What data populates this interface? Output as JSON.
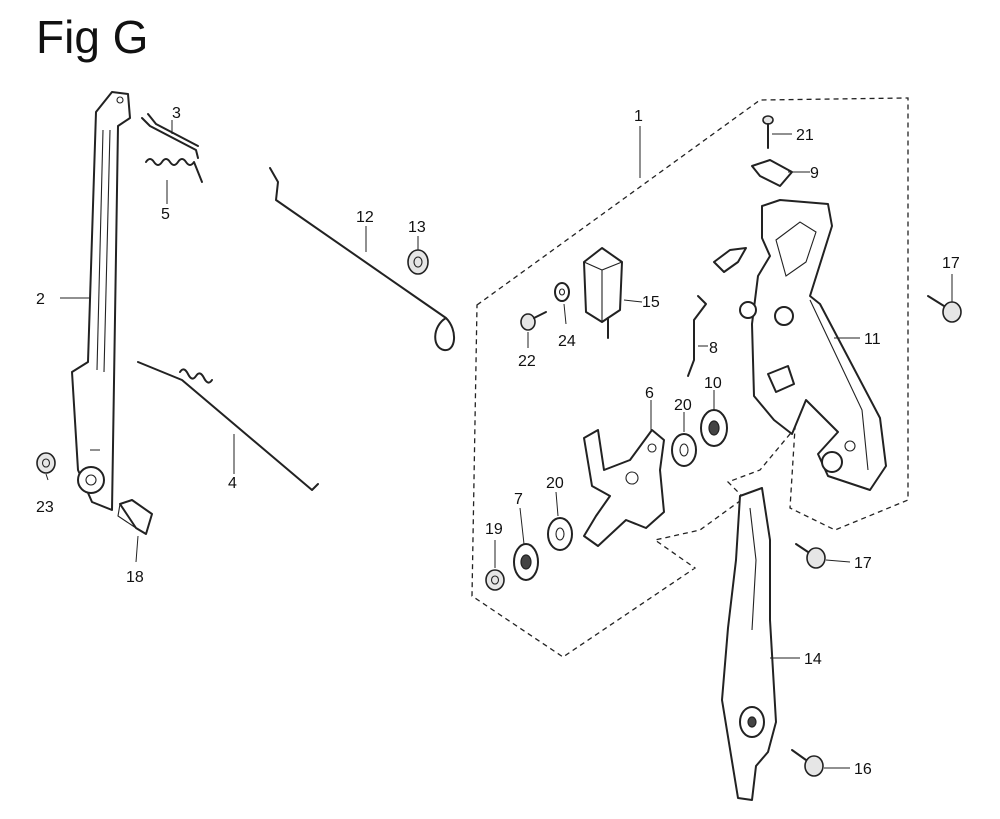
{
  "figure": {
    "title": "Fig G"
  },
  "callouts": [
    {
      "id": "c1",
      "text": "1"
    },
    {
      "id": "c2",
      "text": "2"
    },
    {
      "id": "c3",
      "text": "3"
    },
    {
      "id": "c4",
      "text": "4"
    },
    {
      "id": "c5",
      "text": "5"
    },
    {
      "id": "c6",
      "text": "6"
    },
    {
      "id": "c7",
      "text": "7"
    },
    {
      "id": "c8",
      "text": "8"
    },
    {
      "id": "c9",
      "text": "9"
    },
    {
      "id": "c10",
      "text": "10"
    },
    {
      "id": "c11",
      "text": "11"
    },
    {
      "id": "c12",
      "text": "12"
    },
    {
      "id": "c13",
      "text": "13"
    },
    {
      "id": "c14",
      "text": "14"
    },
    {
      "id": "c15",
      "text": "15"
    },
    {
      "id": "c16",
      "text": "16"
    },
    {
      "id": "c17a",
      "text": "17"
    },
    {
      "id": "c17b",
      "text": "17"
    },
    {
      "id": "c18",
      "text": "18"
    },
    {
      "id": "c19",
      "text": "19"
    },
    {
      "id": "c20a",
      "text": "20"
    },
    {
      "id": "c20b",
      "text": "20"
    },
    {
      "id": "c21",
      "text": "21"
    },
    {
      "id": "c22",
      "text": "22"
    },
    {
      "id": "c23",
      "text": "23"
    },
    {
      "id": "c24",
      "text": "24"
    }
  ]
}
